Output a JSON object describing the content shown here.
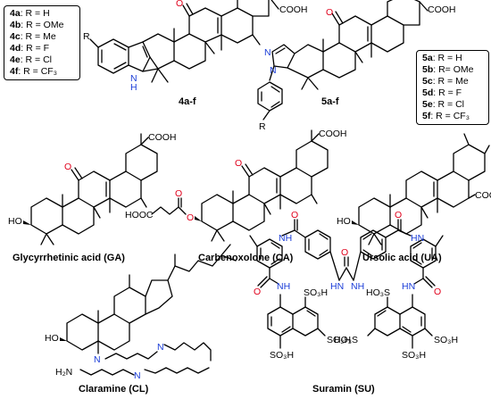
{
  "series4": {
    "label": "4a-f",
    "items": [
      {
        "id": "4a",
        "text": ": R = H"
      },
      {
        "id": "4b",
        "text": ": R = OMe"
      },
      {
        "id": "4c",
        "text": ": R = Me"
      },
      {
        "id": "4d",
        "text": ": R = F"
      },
      {
        "id": "4e",
        "text": ": R = Cl"
      },
      {
        "id": "4f",
        "text": ": R = CF₃"
      }
    ]
  },
  "series5": {
    "label": "5a-f",
    "items": [
      {
        "id": "5a",
        "text": ": R = H"
      },
      {
        "id": "5b",
        "text": ": R= OMe"
      },
      {
        "id": "5c",
        "text": ": R = Me"
      },
      {
        "id": "5d",
        "text": ": R = F"
      },
      {
        "id": "5e",
        "text": ": R = Cl"
      },
      {
        "id": "5f",
        "text": ": R = CF₃"
      }
    ]
  },
  "captions": {
    "ga": "Glycyrrhetinic acid (GA)",
    "ca": "Carbenoxolone (CA)",
    "ua": "Ursolic acid (UA)",
    "cl": "Claramine (CL)",
    "su": "Suramin (SU)"
  },
  "atoms": {
    "cooh": "COOH",
    "hooc": "HOOC",
    "ho": "HO",
    "o": "O",
    "r": "R",
    "n": "N",
    "nh": "NH",
    "hn": "HN",
    "h2n": "H₂N",
    "n_h_bar": "H",
    "so3h": "SO₃H",
    "hooso3": "HO₃S"
  },
  "colors": {
    "oxygen": "#e0001b",
    "nitrogen": "#1b3dd8",
    "bond": "#000000"
  }
}
